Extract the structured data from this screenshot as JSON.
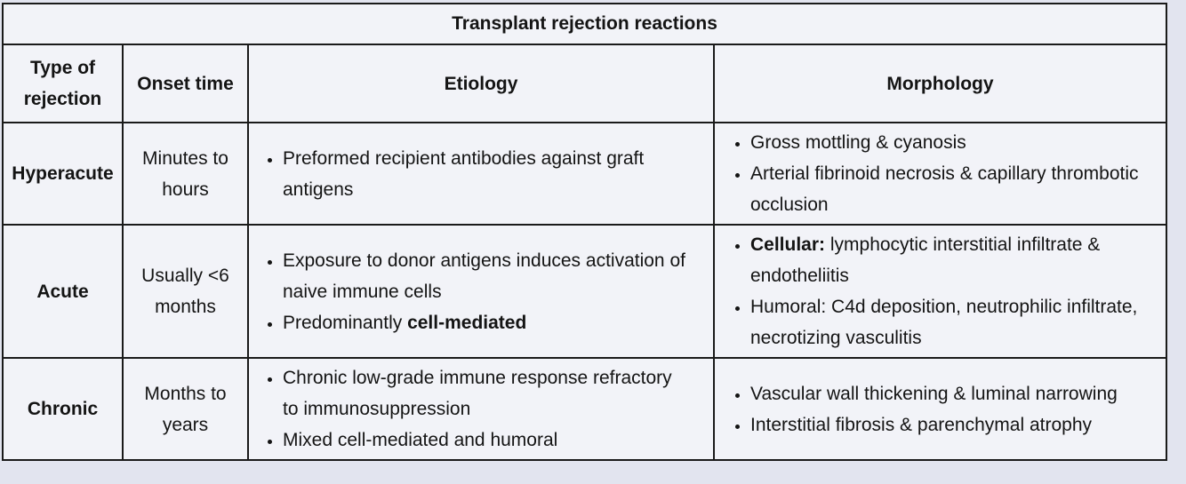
{
  "page": {
    "background_color": "#e2e4ef",
    "cell_background_color": "#f2f3f8",
    "border_color": "#1a1a1a",
    "text_color": "#141414"
  },
  "table": {
    "title": "Transplant rejection reactions",
    "headers": {
      "type": "Type of rejection",
      "onset": "Onset time",
      "etiology": "Etiology",
      "morphology": "Morphology"
    },
    "rows": [
      {
        "type": "Hyperacute",
        "onset": "Minutes to hours",
        "etiology": [
          [
            {
              "text": "Preformed recipient antibodies against graft\nantigens"
            }
          ]
        ],
        "morphology": [
          [
            {
              "text": "Gross mottling & cyanosis"
            }
          ],
          [
            {
              "text": "Arterial fibrinoid necrosis & capillary thrombotic\nocclusion"
            }
          ]
        ]
      },
      {
        "type": "Acute",
        "onset": "Usually <6 months",
        "etiology": [
          [
            {
              "text": "Exposure to donor antigens induces activation of\nnaive immune cells"
            }
          ],
          [
            {
              "text": "Predominantly "
            },
            {
              "text": "cell-mediated",
              "bold": true
            }
          ]
        ],
        "morphology": [
          [
            {
              "text": "Cellular:",
              "bold": true
            },
            {
              "text": " lymphocytic interstitial infiltrate &\nendotheliitis"
            }
          ],
          [
            {
              "text": "Humoral: C4d deposition, neutrophilic infiltrate,\nnecrotizing vasculitis"
            }
          ]
        ]
      },
      {
        "type": "Chronic",
        "onset": "Months to years",
        "etiology": [
          [
            {
              "text": "Chronic low-grade immune response refractory\nto immunosuppression"
            }
          ],
          [
            {
              "text": "Mixed cell-mediated and humoral"
            }
          ]
        ],
        "morphology": [
          [
            {
              "text": "Vascular wall thickening & luminal narrowing"
            }
          ],
          [
            {
              "text": "Interstitial fibrosis & parenchymal atrophy"
            }
          ]
        ]
      }
    ]
  }
}
